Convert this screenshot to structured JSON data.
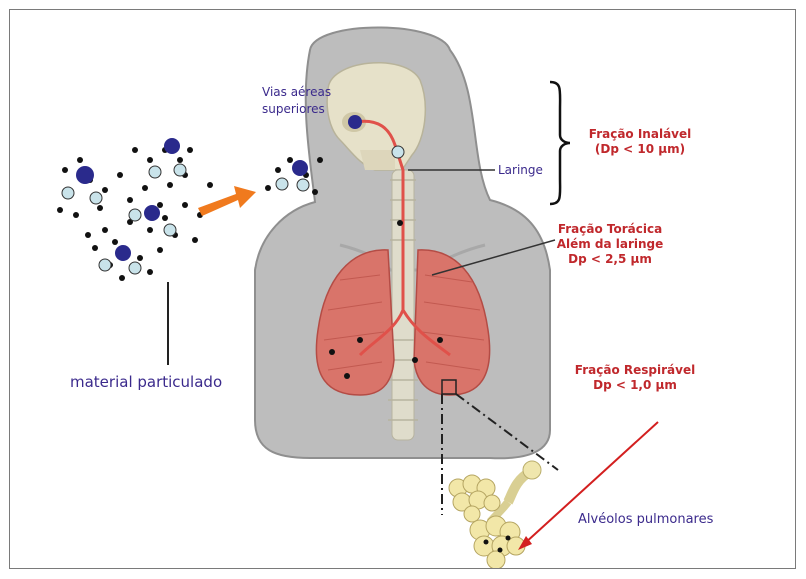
{
  "labels": {
    "upper_airways": [
      "Vias aéreas",
      "superiores"
    ],
    "larynx": "Laringe",
    "inhalable": [
      "Fração Inalável",
      "(Dp < 10 µm)"
    ],
    "thoracic": [
      "Fração Torácica",
      "Além da laringe",
      "Dp < 2,5 µm"
    ],
    "respirable": [
      "Fração Respirável",
      "Dp < 1,0 µm"
    ],
    "particulate": "material particulado",
    "alveoli": "Alvéolos pulmonares"
  },
  "colors": {
    "label_purple": "#3b2a8c",
    "label_red": "#c0282c",
    "body_gray": "#b9b9b9",
    "lung_red": "#d9746a",
    "arrow_orange": "#f07a1e",
    "particle_blue": "#2a2a8c",
    "particle_light": "#c9e3ea"
  }
}
